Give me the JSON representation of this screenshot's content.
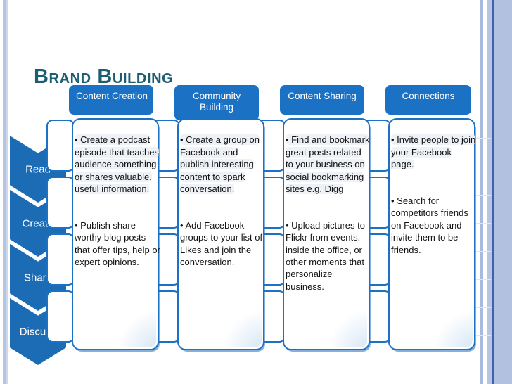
{
  "slide": {
    "title": "Brand Building",
    "background_color": "#ffffff",
    "title_color": "#1d5d72",
    "accent_color": "#1b71c4",
    "arrow_color": "#1c6cb5"
  },
  "stages": [
    {
      "label": "Read"
    },
    {
      "label": "Create"
    },
    {
      "label": "Share"
    },
    {
      "label": "Discuss"
    }
  ],
  "columns": [
    {
      "header": "Content Creation",
      "bullets": [
        "•  Create a podcast episode that teaches audience something or shares valuable, useful information.",
        "•  Publish share worthy blog posts that offer tips, help or expert opinions."
      ]
    },
    {
      "header": "Community Building",
      "bullets": [
        "•  Create a group on Facebook and publish interesting content to spark conversation.",
        "•  Add Facebook groups to your list of Likes and join the conversation."
      ]
    },
    {
      "header": "Content Sharing",
      "bullets": [
        "• Find and bookmark great posts related to your business on social bookmarking sites e.g. Digg",
        "•  Upload pictures to Flickr from events, inside the office, or other moments that personalize business."
      ]
    },
    {
      "header": "Connections",
      "bullets": [
        "•  Invite people to join your Facebook page.",
        "•  Search for competitors friends on Facebook and invite them to be friends."
      ]
    }
  ]
}
